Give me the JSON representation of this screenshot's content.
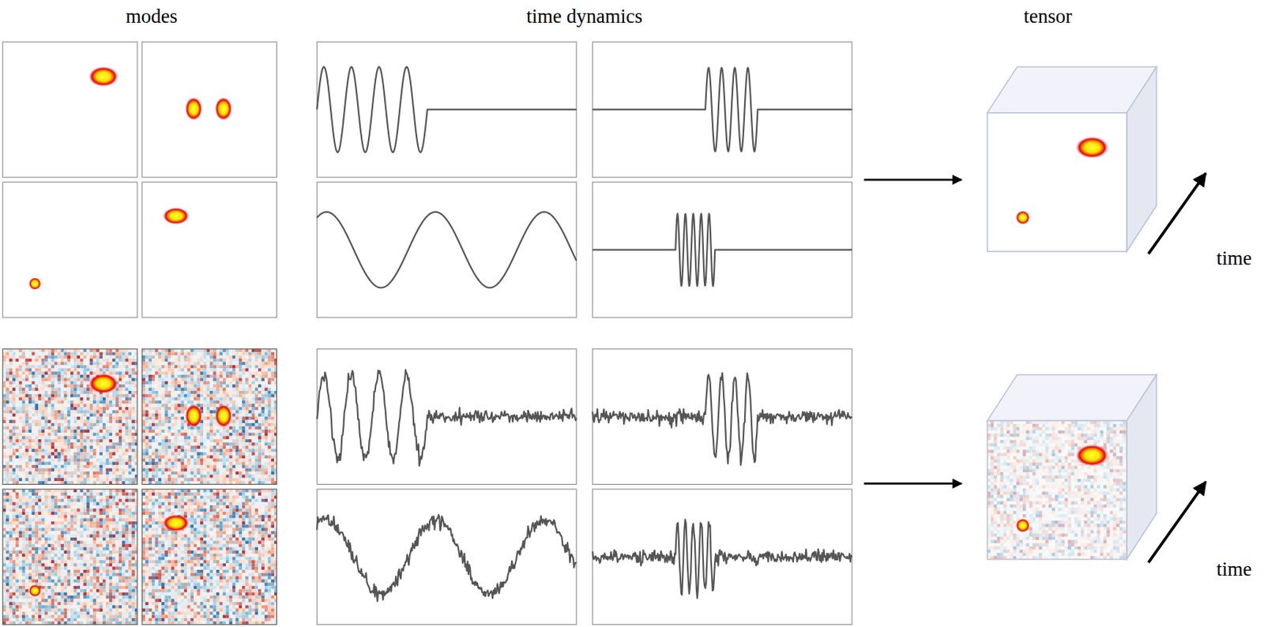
{
  "diagram": {
    "labels": [
      "modes",
      "time dynamics",
      "tensor",
      "time",
      "time"
    ]
  }
}
